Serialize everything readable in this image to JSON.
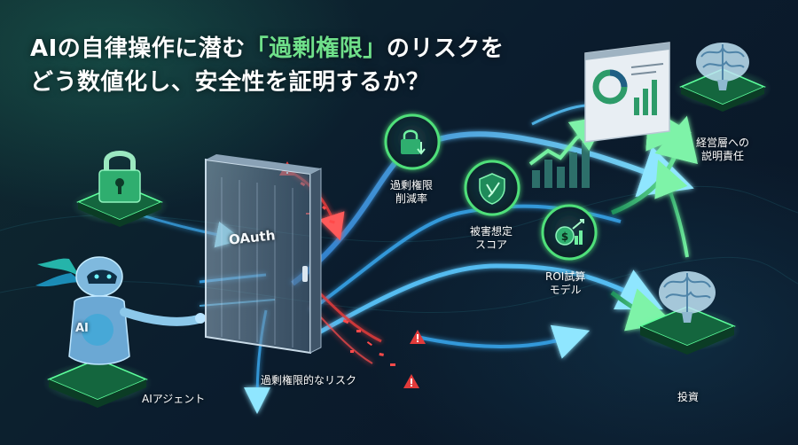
{
  "title": {
    "line1_prefix": "AIの自律操作に潜む",
    "line1_highlight": "「過剰権限」",
    "line1_suffix": "のリスクを",
    "line2": "どう数値化し、安全性を証明するか？"
  },
  "nodes": {
    "ai_agent": {
      "label": "AIアジェント",
      "badge": "AI",
      "icon": "robot-icon"
    },
    "oauth": {
      "label": "OAuth",
      "icon": "gateway-panel"
    },
    "lock": {
      "icon": "padlock-icon"
    },
    "risk": {
      "label": "過剰権限的なリスク",
      "icon": "warning-icon"
    },
    "metric_reduction": {
      "line1": "過剰権限",
      "line2": "削減率",
      "icon": "lock-down-arrow-icon"
    },
    "metric_damage": {
      "line1": "被害想定",
      "line2": "スコア",
      "icon": "shield-icon"
    },
    "metric_roi": {
      "line1": "ROI試算",
      "line2": "モデル",
      "icon": "money-growth-icon"
    },
    "executives": {
      "line1": "経営層への",
      "line2": "説明責任",
      "icon": "brain-icon"
    },
    "investment": {
      "label": "投資",
      "icon": "brain-icon"
    },
    "dashboard": {
      "icon": "dashboard-chart-icon"
    },
    "growth": {
      "icon": "growth-bars-icon"
    }
  },
  "colors": {
    "accent_green": "#4fe07a",
    "flow_blue": "#3aa9f0",
    "risk_red": "#e23b3b",
    "title_highlight": "#6fe08a",
    "background": "#0b1b2c"
  }
}
